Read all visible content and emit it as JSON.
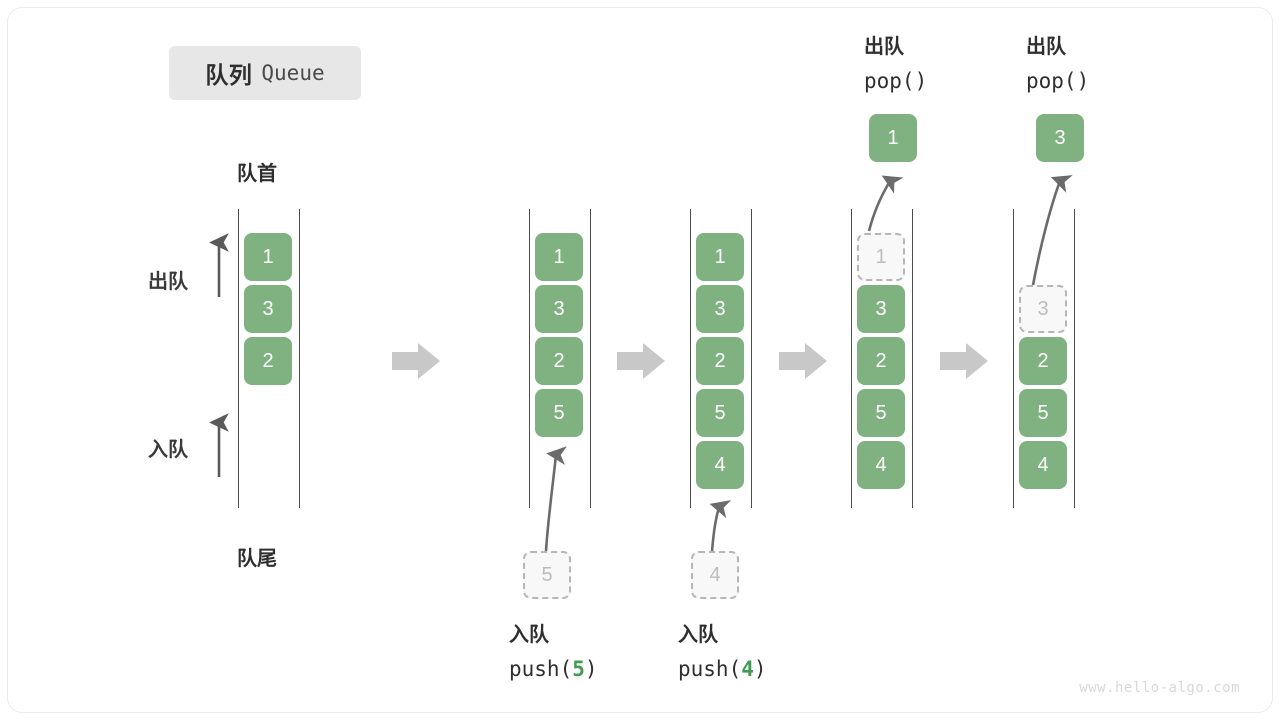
{
  "figure": {
    "title_cn": "队列",
    "title_en": "Queue",
    "watermark": "www.hello-algo.com",
    "head_label": "队首",
    "tail_label": "队尾",
    "dequeue_label": "出队",
    "enqueue_label": "入队",
    "pop_code": "pop()",
    "push_prefix": "push(",
    "push_suffix": ")"
  },
  "colors": {
    "node_green": "#7fb280",
    "ghost_fill": "#f8f8f8",
    "ghost_border": "#b6b6b6",
    "rail": "#4d4d4d",
    "step_arrow": "#c8c8c8",
    "curve_arrow": "#6b6b6b",
    "badge_bg": "#e7e7e7",
    "accent_text": "#3f9c52"
  },
  "columns": [
    {
      "id": "state-initial",
      "top_label_cn": "",
      "top_label_code": "",
      "stack": [
        "1",
        "3",
        "2"
      ],
      "ghost_in_rail": null,
      "floating_node": null,
      "ghost_below": null,
      "bottom_label_cn": "",
      "bottom_label_code": ""
    },
    {
      "id": "state-after-push-5",
      "top_label_cn": "",
      "top_label_code": "",
      "stack": [
        "1",
        "3",
        "2",
        "5"
      ],
      "ghost_in_rail": null,
      "floating_node": null,
      "ghost_below": "5",
      "bottom_label_cn": "入队",
      "bottom_label_code": "push(5)",
      "bottom_code_arg": "5"
    },
    {
      "id": "state-after-push-4",
      "top_label_cn": "",
      "top_label_code": "",
      "stack": [
        "1",
        "3",
        "2",
        "5",
        "4"
      ],
      "ghost_in_rail": null,
      "floating_node": null,
      "ghost_below": "4",
      "bottom_label_cn": "入队",
      "bottom_label_code": "push(4)",
      "bottom_code_arg": "4"
    },
    {
      "id": "state-after-pop-1",
      "top_label_cn": "出队",
      "top_label_code": "pop()",
      "stack": [
        "3",
        "2",
        "5",
        "4"
      ],
      "ghost_in_rail": "1",
      "floating_node": "1",
      "ghost_below": null,
      "bottom_label_cn": "",
      "bottom_label_code": ""
    },
    {
      "id": "state-after-pop-3",
      "top_label_cn": "出队",
      "top_label_code": "pop()",
      "stack": [
        "2",
        "5",
        "4"
      ],
      "ghost_in_rail": "3",
      "floating_node": "3",
      "ghost_below": null,
      "bottom_label_cn": "",
      "bottom_label_code": ""
    }
  ],
  "step_arrows": [
    {
      "name": "step-arrow-1"
    },
    {
      "name": "step-arrow-2"
    },
    {
      "name": "step-arrow-3"
    },
    {
      "name": "step-arrow-4"
    }
  ]
}
